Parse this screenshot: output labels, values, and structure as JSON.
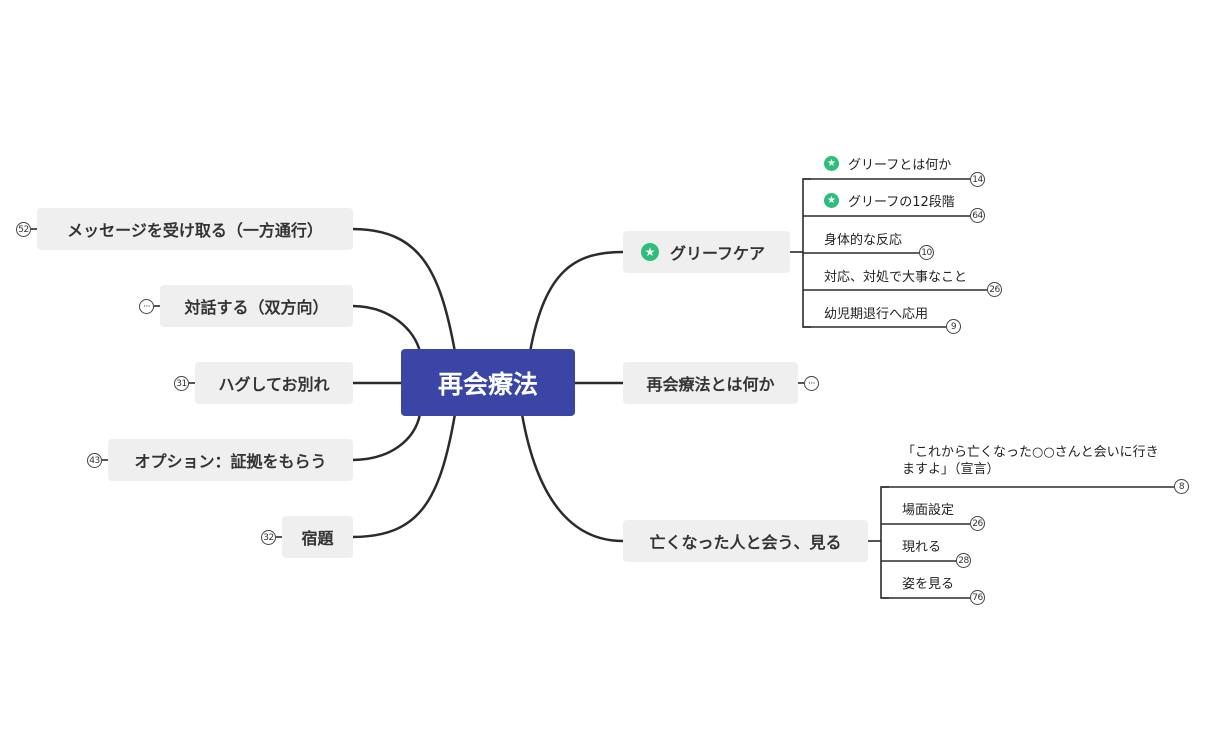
{
  "central": {
    "label": "再会療法"
  },
  "left": [
    {
      "label": "メッセージを受け取る（一方通行）",
      "badge": "52"
    },
    {
      "label": "対話する（双方向）",
      "badge": "···"
    },
    {
      "label": "ハグしてお別れ",
      "badge": "31"
    },
    {
      "label": "オプション：証拠をもらう",
      "badge": "43"
    },
    {
      "label": "宿題",
      "badge": "32"
    }
  ],
  "right": [
    {
      "label": "グリーフケア",
      "icon": "star-icon",
      "children": [
        {
          "label": "グリーフとは何か",
          "badge": "14",
          "icon": "star-icon"
        },
        {
          "label": "グリーフの12段階",
          "badge": "64",
          "icon": "star-icon"
        },
        {
          "label": "身体的な反応",
          "badge": "10"
        },
        {
          "label": "対応、対処で大事なこと",
          "badge": "26"
        },
        {
          "label": "幼児期退行へ応用",
          "badge": "9"
        }
      ]
    },
    {
      "label": "再会療法とは何か",
      "badge": "···"
    },
    {
      "label": "亡くなった人と会う、見る",
      "children": [
        {
          "label": "「これから亡くなった○○さんと会いに行きますよ」（宣言）",
          "badge": "8"
        },
        {
          "label": "場面設定",
          "badge": "26"
        },
        {
          "label": "現れる",
          "badge": "28"
        },
        {
          "label": "姿を見る",
          "badge": "76"
        }
      ]
    }
  ],
  "colors": {
    "central": "#3a45a5",
    "topic_bg": "#efefef",
    "line": "#2b2b2b",
    "star": "#2ebd7a"
  }
}
